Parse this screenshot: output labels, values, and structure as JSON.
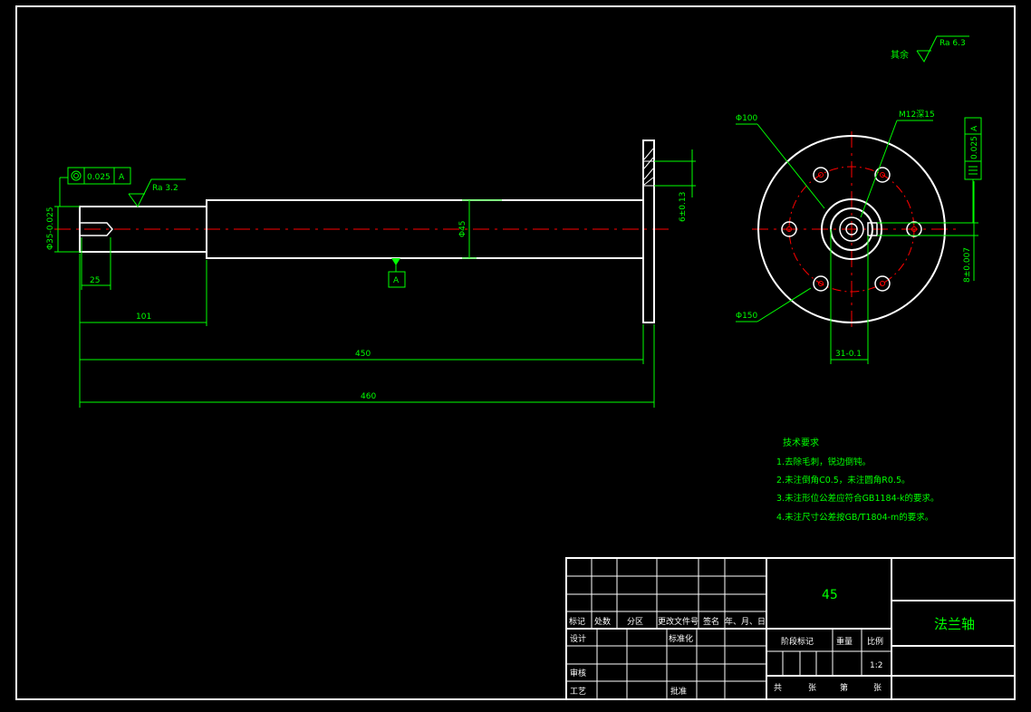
{
  "colors": {
    "background": "#000000",
    "outline": "#ffffff",
    "dimension": "#00ff00",
    "centerline": "#ff0000",
    "title_text": "#00ff00"
  },
  "surface_finish": {
    "other_label": "其余",
    "other_value": "Ra 6.3",
    "shaft_end_value": "Ra 3.2"
  },
  "gdt": {
    "left_tolerance": "0.025",
    "left_datum": "A",
    "right_tolerance": "0.025",
    "right_datum": "A",
    "datum_label": "A"
  },
  "dimensions": {
    "shaft_end_dia": "Φ35-0.025",
    "shaft_main_dia": "Φ45",
    "keyway_length": "25",
    "step_length": "101",
    "length_450": "450",
    "length_460": "460",
    "flange_thickness": "6±0.13",
    "flange_outer_dia": "Φ100",
    "bolt_circle_dia": "Φ150",
    "thread": "M12深15",
    "key_width": "8±0.007",
    "slot_dim": "31-0.1"
  },
  "technical_requirements": {
    "heading": "技术要求",
    "items": [
      "1.去除毛刺，锐边倒钝。",
      "2.未注倒角C0.5，未注圆角R0.5。",
      "3.未注形位公差应符合GB1184-k的要求。",
      "4.未注尺寸公差按GB/T1804-m的要求。"
    ]
  },
  "title_block": {
    "material": "45",
    "part_name": "法兰轴",
    "row_headers": [
      "标记",
      "处数",
      "分区",
      "更改文件号",
      "签名",
      "年、月、日"
    ],
    "design": "设计",
    "standardization": "标准化",
    "review": "审核",
    "process": "工艺",
    "approve": "批准",
    "stage_mark": "阶段标记",
    "weight": "重量",
    "scale": "比例",
    "scale_value": "1:2",
    "sheets_total": "共",
    "sheets_unit": "张",
    "sheet_no": "第",
    "sheet_unit": "张"
  }
}
